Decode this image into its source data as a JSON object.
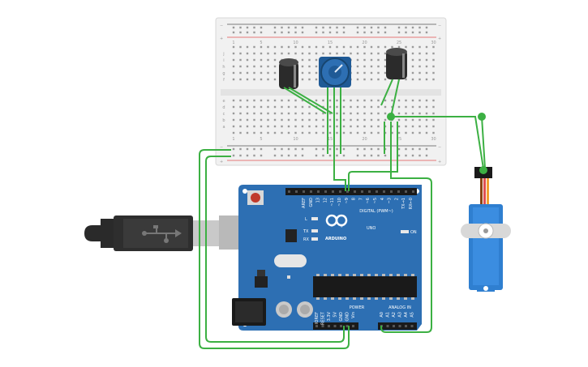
{
  "colors": {
    "wire": "#3cb043",
    "board": "#2d6fb3",
    "board_dark": "#1f5a96",
    "breadboard": "#f1f1f1",
    "rail_red": "#e05050",
    "rail_black": "#555555",
    "servo": "#2f7fd0",
    "reset_button": "#c0392b"
  },
  "breadboard": {
    "rail_plus": "+",
    "rail_minus": "−",
    "column_numbers": [
      "1",
      "5",
      "10",
      "15",
      "20",
      "25",
      "30"
    ],
    "row_letters_top": [
      "j",
      "i",
      "h",
      "g",
      "f"
    ],
    "row_letters_bottom": [
      "e",
      "d",
      "c",
      "b",
      "a"
    ]
  },
  "arduino": {
    "brand": "ARDUINO",
    "model": "UNO",
    "digital_label": "DIGITAL (PWM~)",
    "power_label": "POWER",
    "analog_label": "ANALOG IN",
    "on_label": "ON",
    "l_label": "L",
    "tx_label": "TX",
    "rx_label": "RX",
    "digital_pins": [
      "AREF",
      "GND",
      "13",
      "12",
      "~11",
      "~10",
      "~9",
      "8",
      "7",
      "~6",
      "~5",
      "4",
      "~3",
      "2",
      "TX→1",
      "RX←0"
    ],
    "power_pins": [
      "IOREF",
      "RESET",
      "3.3V",
      "5V",
      "GND",
      "GND",
      "Vin"
    ],
    "analog_pins": [
      "A0",
      "A1",
      "A2",
      "A3",
      "A4",
      "A5"
    ]
  },
  "usb": {
    "icon": "usb-icon"
  },
  "components": {
    "potentiometer": "potentiometer",
    "capacitor_left": "electrolytic-capacitor",
    "capacitor_right": "electrolytic-capacitor",
    "servo": "micro-servo"
  }
}
